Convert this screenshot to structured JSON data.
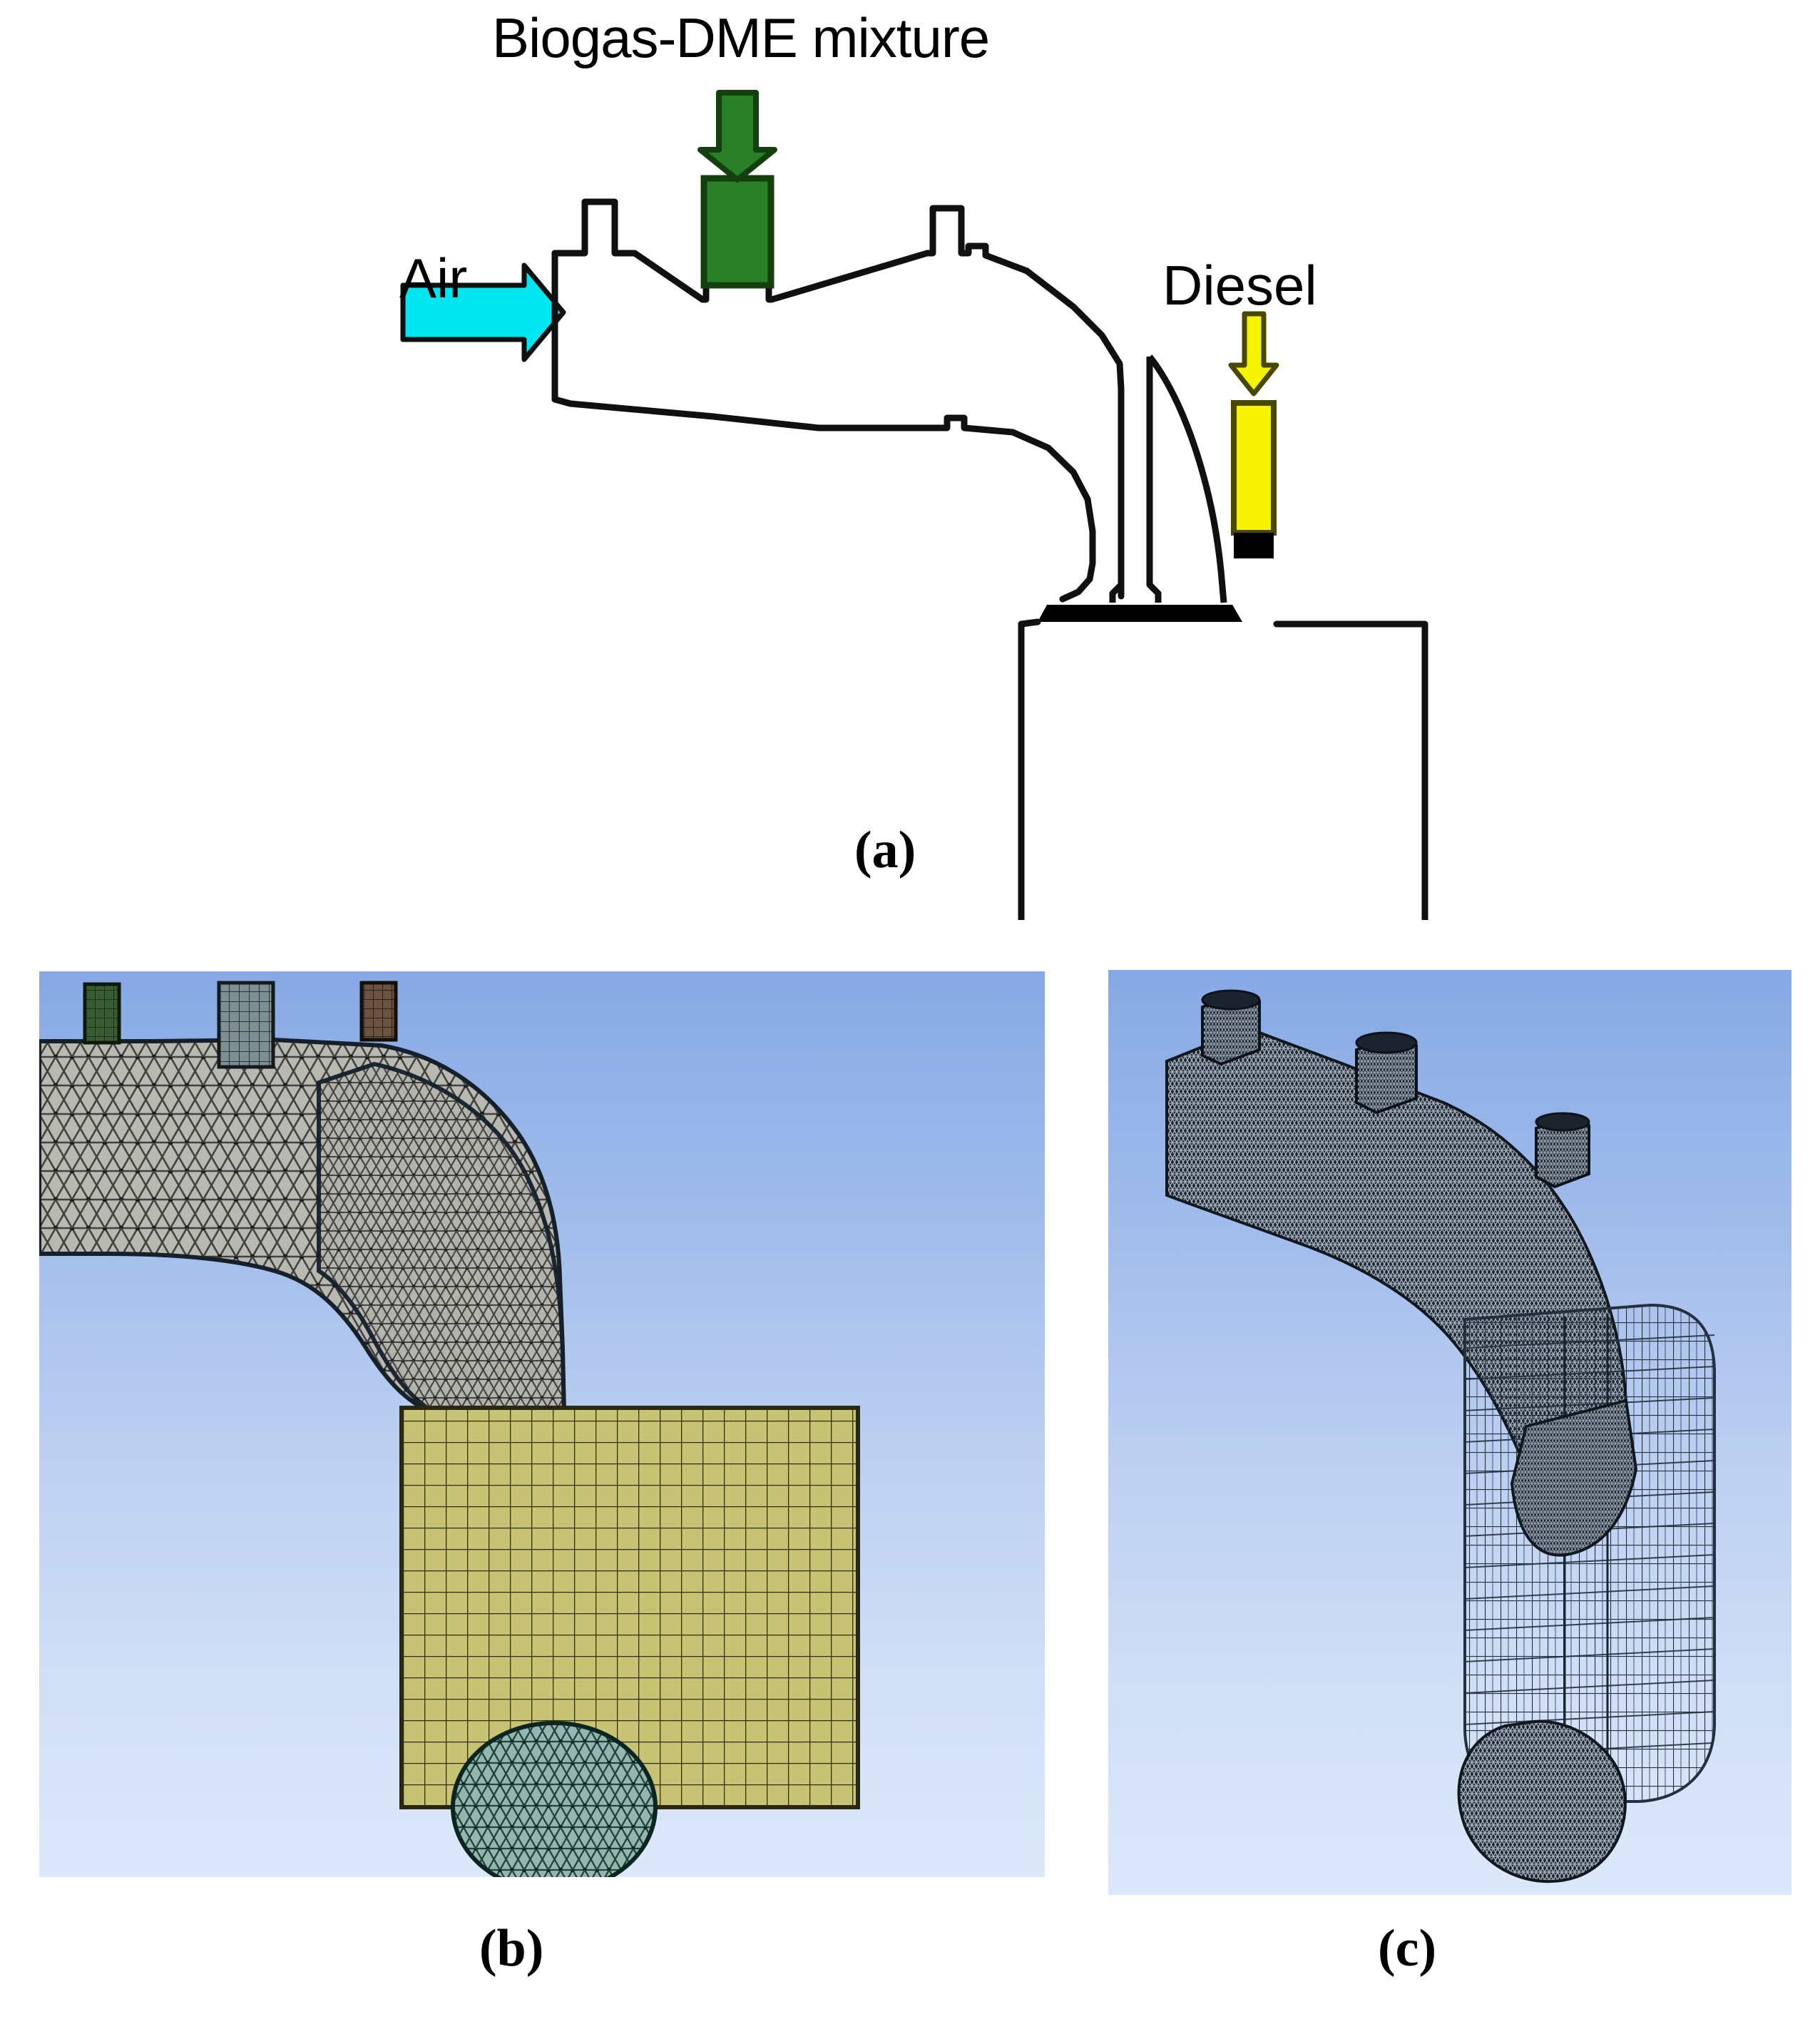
{
  "figure": {
    "kind": "scientific-figure",
    "description": "Engine intake port and combustion chamber: (a) schematic of dual-fuel arrangement, (b) computational mesh, (c) wireframe mesh"
  },
  "panel_a": {
    "labels": {
      "biogas": "Biogas-DME mixture",
      "air": "Air",
      "diesel": "Diesel"
    },
    "colors": {
      "air_arrow": "#00e5f0",
      "biogas_injector": "#2a8027",
      "diesel_injector": "#f5f300",
      "outline": "#000000"
    },
    "caption": "(a)"
  },
  "panel_b": {
    "caption": "(b)",
    "background_top": "#87a9e4",
    "background_bottom": "#dde8fa",
    "regions": [
      {
        "name": "intake-port-mesh",
        "mesh_type": "tetrahedral",
        "color": "#b9b9b2"
      },
      {
        "name": "biogas-dme-port",
        "mesh_type": "structured",
        "color": "#3a5c35"
      },
      {
        "name": "air-port",
        "mesh_type": "structured",
        "color": "#7d8f92"
      },
      {
        "name": "diesel-port",
        "mesh_type": "structured",
        "color": "#6a5340"
      },
      {
        "name": "cylinder-mesh",
        "mesh_type": "hexahedral",
        "color": "#c8c374"
      },
      {
        "name": "piston-bowl-mesh",
        "mesh_type": "tetrahedral",
        "color": "#93b6ad"
      }
    ]
  },
  "panel_c": {
    "caption": "(c)",
    "background_top": "#87a9e4",
    "background_bottom": "#dde8fa",
    "regions": [
      {
        "name": "intake-port-wireframe",
        "mesh_type": "dense-wireframe",
        "color": "#1a2430"
      },
      {
        "name": "cylinder-wireframe",
        "mesh_type": "structured-wireframe",
        "color": "#2b3a4a"
      },
      {
        "name": "piston-bowl-wireframe",
        "mesh_type": "dense-wireframe",
        "color": "#1a2430"
      }
    ]
  }
}
